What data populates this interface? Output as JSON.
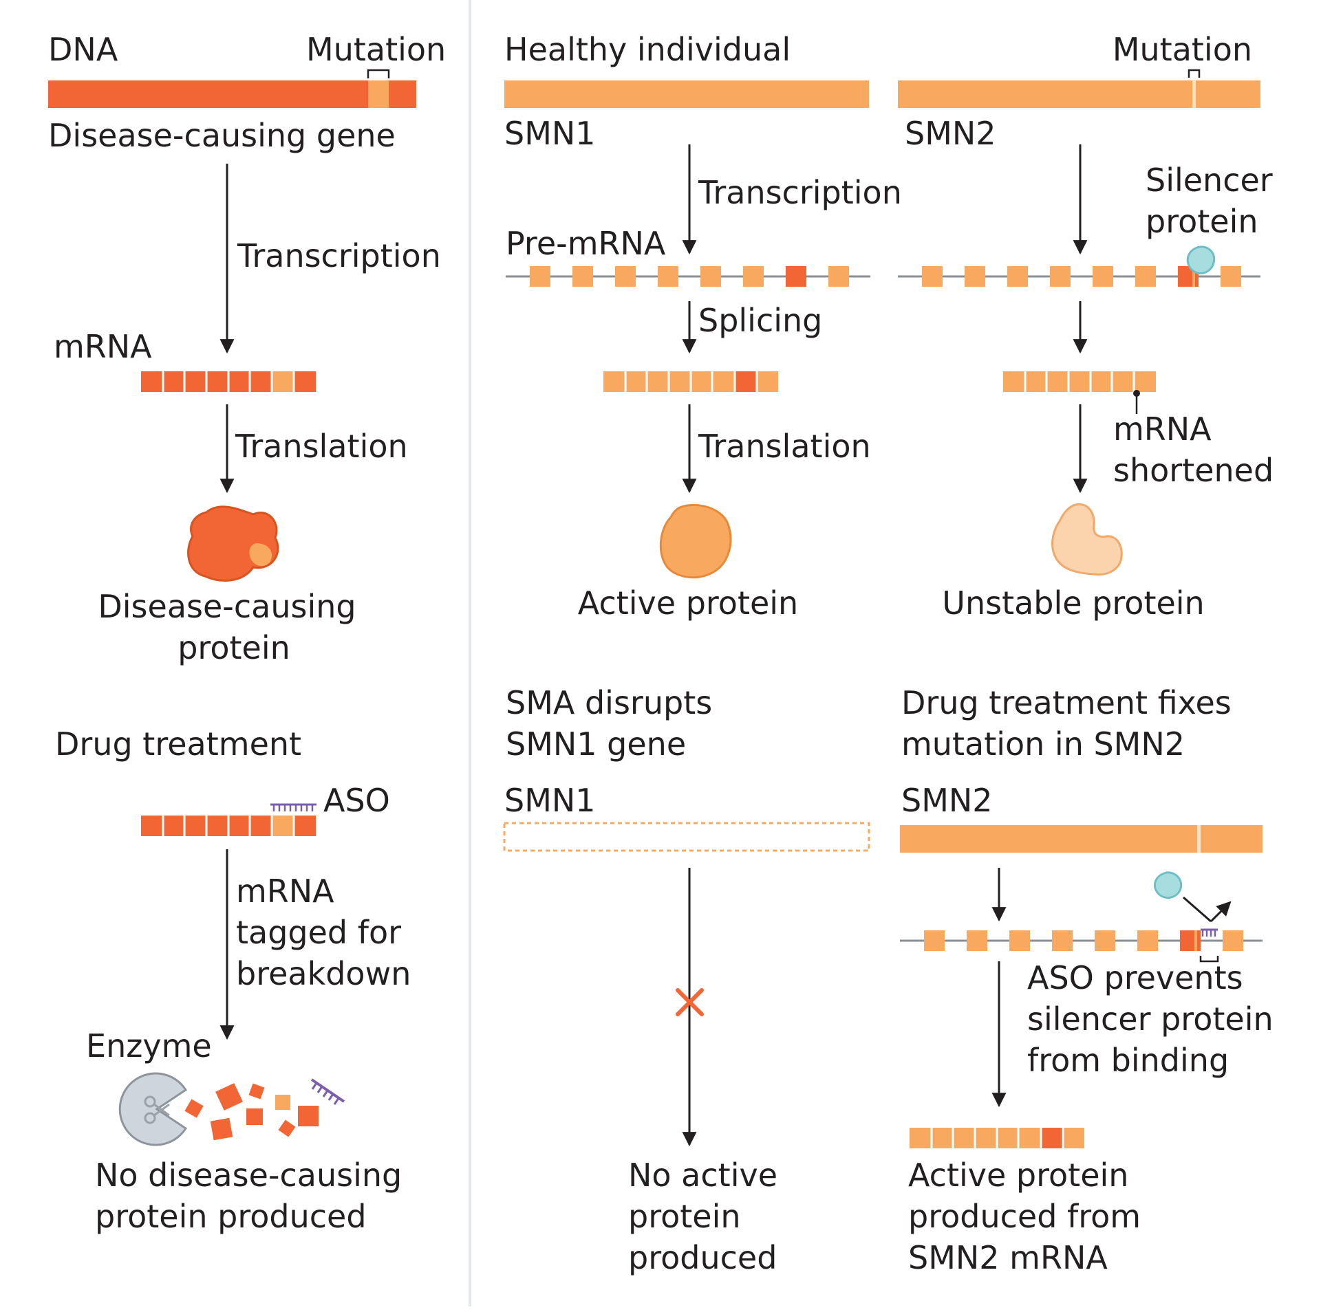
{
  "colors": {
    "dark_orange": "#f26535",
    "light_orange": "#f8a95f",
    "pale_orange": "#fbd3ad",
    "teal": "#a8dde0",
    "purple": "#7b5fae",
    "enzyme_grey": "#cfd5dc",
    "divider": "#dfe8f0",
    "cross_red": "#f26535"
  },
  "left": {
    "dna_label": "DNA",
    "mutation_label": "Mutation",
    "gene_label": "Disease-causing gene",
    "transcription_label": "Transcription",
    "mrna_label": "mRNA",
    "translation_label": "Translation",
    "protein_label_line1": "Disease-causing",
    "protein_label_line2": "protein",
    "drug_treatment_label": "Drug treatment",
    "aso_label": "ASO",
    "tagged_line1": "mRNA",
    "tagged_line2": "tagged for",
    "tagged_line3": "breakdown",
    "enzyme_label": "Enzyme",
    "result_line1": "No disease-causing",
    "result_line2": "protein produced"
  },
  "healthy": {
    "title": "Healthy individual",
    "gene_label": "SMN1",
    "transcription_label": "Transcription",
    "pre_mrna_label": "Pre-mRNA",
    "splicing_label": "Splicing",
    "translation_label": "Translation",
    "protein_label": "Active protein"
  },
  "mutant": {
    "mutation_label": "Mutation",
    "gene_label": "SMN2",
    "silencer_line1": "Silencer",
    "silencer_line2": "protein",
    "shortened_line1": "mRNA",
    "shortened_line2": "shortened",
    "protein_label": "Unstable protein"
  },
  "sma": {
    "title_line1": "SMA disrupts",
    "title_line2": "SMN1  gene",
    "gene_label": "SMN1",
    "result_line1": "No active",
    "result_line2": "protein",
    "result_line3": "produced"
  },
  "drug": {
    "title_line1": "Drug treatment fixes",
    "title_line2": "mutation in SMN2",
    "gene_label": "SMN2",
    "aso_line1": "ASO prevents",
    "aso_line2": "silencer protein",
    "aso_line3": "from binding",
    "result_line1": "Active protein",
    "result_line2": "produced from",
    "result_line3": "SMN2  mRNA"
  }
}
